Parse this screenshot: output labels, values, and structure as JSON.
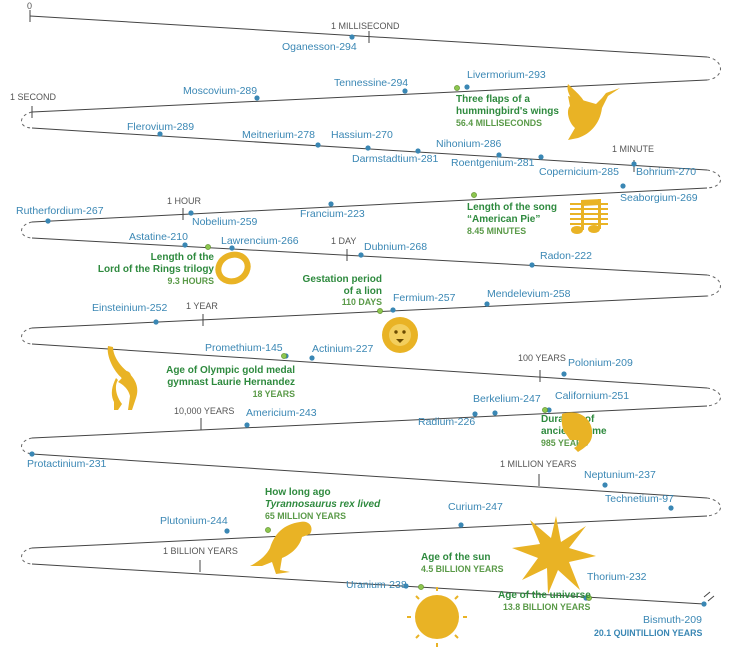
{
  "scale_marks": [
    "0",
    "1 MILLISECOND",
    "1 SECOND",
    "1 MINUTE",
    "1 HOUR",
    "1 DAY",
    "1 YEAR",
    "100 YEARS",
    "10,000 YEARS",
    "1 MILLION YEARS",
    "1 BILLION YEARS"
  ],
  "isotopes": [
    "Oganesson-294",
    "Moscovium-289",
    "Tennessine-294",
    "Livermorium-293",
    "Flerovium-289",
    "Meitnerium-278",
    "Hassium-270",
    "Nihonium-286",
    "Darmstadtium-281",
    "Roentgenium-281",
    "Copernicium-285",
    "Bohrium-270",
    "Rutherfordium-267",
    "Nobelium-259",
    "Francium-223",
    "Seaborgium-269",
    "Astatine-210",
    "Lawrencium-266",
    "Dubnium-268",
    "Radon-222",
    "Einsteinium-252",
    "Fermium-257",
    "Mendelevium-258",
    "Promethium-145",
    "Actinium-227",
    "Polonium-209",
    "Americium-243",
    "Radium-226",
    "Berkelium-247",
    "Californium-251",
    "Protactinium-231",
    "Neptunium-237",
    "Technetium-97",
    "Plutonium-244",
    "Curium-247",
    "Uranium-238",
    "Thorium-232",
    "Bismuth-209"
  ],
  "bismuth_value": "20.1 QUINTILLION YEARS",
  "comparisons": [
    {
      "lines": [
        "Three flaps of a",
        "hummingbird's wings"
      ],
      "value": "56.4 MILLISECONDS"
    },
    {
      "lines": [
        "Length of the song",
        "“American Pie”"
      ],
      "value": "8.45 MINUTES"
    },
    {
      "lines": [
        "Length of the",
        "Lord of the Rings trilogy"
      ],
      "value": "9.3 HOURS"
    },
    {
      "lines": [
        "Gestation period",
        "of a lion"
      ],
      "value": "110 DAYS"
    },
    {
      "lines": [
        "Age of Olympic gold medal",
        "gymnast Laurie Hernandez"
      ],
      "value": "18 YEARS"
    },
    {
      "lines": [
        "Duration of",
        "ancient Rome"
      ],
      "value": "985 YEARS"
    },
    {
      "lines": [
        "How long ago",
        "Tyrannosaurus rex lived"
      ],
      "value": "65 MILLION YEARS"
    },
    {
      "lines": [
        "Age of the sun"
      ],
      "value": "4.5 BILLION YEARS"
    },
    {
      "lines": [
        "Age of the universe"
      ],
      "value": "13.8 BILLION YEARS"
    }
  ],
  "icons": [
    "hummingbird-icon",
    "music-notes-icon",
    "ring-icon",
    "lion-icon",
    "gymnast-icon",
    "laurel-head-icon",
    "dinosaur-icon",
    "sun-icon",
    "starburst-icon"
  ],
  "colors": {
    "isotope": "#3a87b4",
    "comparison": "#2e8a3e",
    "icon": "#e9b325",
    "line": "#444444"
  }
}
